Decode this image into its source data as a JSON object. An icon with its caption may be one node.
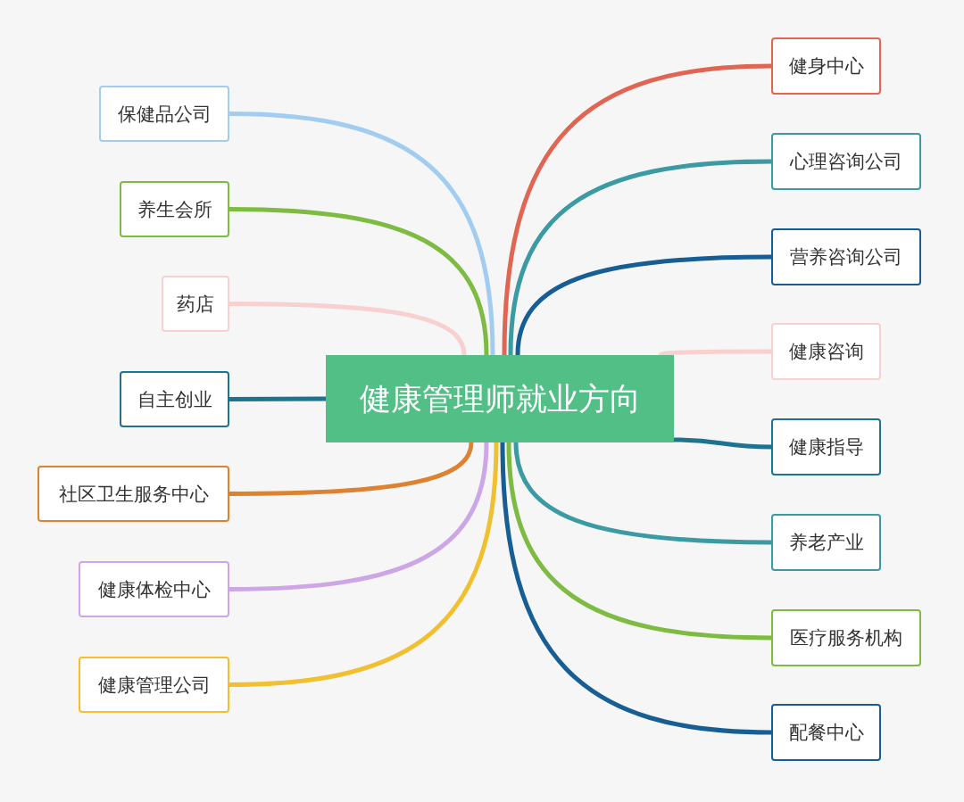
{
  "diagram": {
    "nodes": [
      {
        "text": [
          "健康管理师就业方向"
        ]
      },
      {
        "text": [
          "保健品公司"
        ]
      },
      {
        "text": [
          "养生会所"
        ]
      },
      {
        "text": [
          "药店"
        ]
      },
      {
        "text": [
          "自主创业"
        ]
      },
      {
        "text": [
          "社区卫生服务中心"
        ]
      },
      {
        "text": [
          "健康体检中心"
        ]
      },
      {
        "text": [
          "健康管理公司"
        ]
      },
      {
        "text": [
          "健身中心"
        ]
      },
      {
        "text": [
          "心理咨询公司"
        ]
      },
      {
        "text": [
          "营养咨询公司"
        ]
      },
      {
        "text": [
          "健康咨询"
        ]
      },
      {
        "text": [
          "健康指导"
        ]
      },
      {
        "text": [
          "养老产业"
        ]
      },
      {
        "text": [
          "医疗服务机构"
        ]
      },
      {
        "text": [
          "配餐中心"
        ]
      }
    ],
    "edges": [
      {
        "from": 0,
        "to": 1,
        "arrow": "none",
        "color": "#a3cdf0"
      },
      {
        "from": 0,
        "to": 2,
        "arrow": "none",
        "color": "#7dbb42"
      },
      {
        "from": 0,
        "to": 3,
        "arrow": "none",
        "color": "#f8d0d0"
      },
      {
        "from": 0,
        "to": 4,
        "arrow": "none",
        "color": "#1d7390"
      },
      {
        "from": 0,
        "to": 5,
        "arrow": "none",
        "color": "#dc8230"
      },
      {
        "from": 0,
        "to": 6,
        "arrow": "none",
        "color": "#cda6e6"
      },
      {
        "from": 0,
        "to": 7,
        "arrow": "none",
        "color": "#f0c030"
      },
      {
        "from": 0,
        "to": 8,
        "arrow": "none",
        "color": "#e06552"
      },
      {
        "from": 0,
        "to": 9,
        "arrow": "none",
        "color": "#3b9aa2"
      },
      {
        "from": 0,
        "to": 10,
        "arrow": "none",
        "color": "#175e94"
      },
      {
        "from": 0,
        "to": 11,
        "arrow": "none",
        "color": "#f8d0d0"
      },
      {
        "from": 0,
        "to": 12,
        "arrow": "none",
        "color": "#1d7390"
      },
      {
        "from": 0,
        "to": 13,
        "arrow": "none",
        "color": "#3b9aa2"
      },
      {
        "from": 0,
        "to": 14,
        "arrow": "none",
        "color": "#7dbb42"
      },
      {
        "from": 0,
        "to": 15,
        "arrow": "none",
        "color": "#175e94"
      }
    ]
  }
}
